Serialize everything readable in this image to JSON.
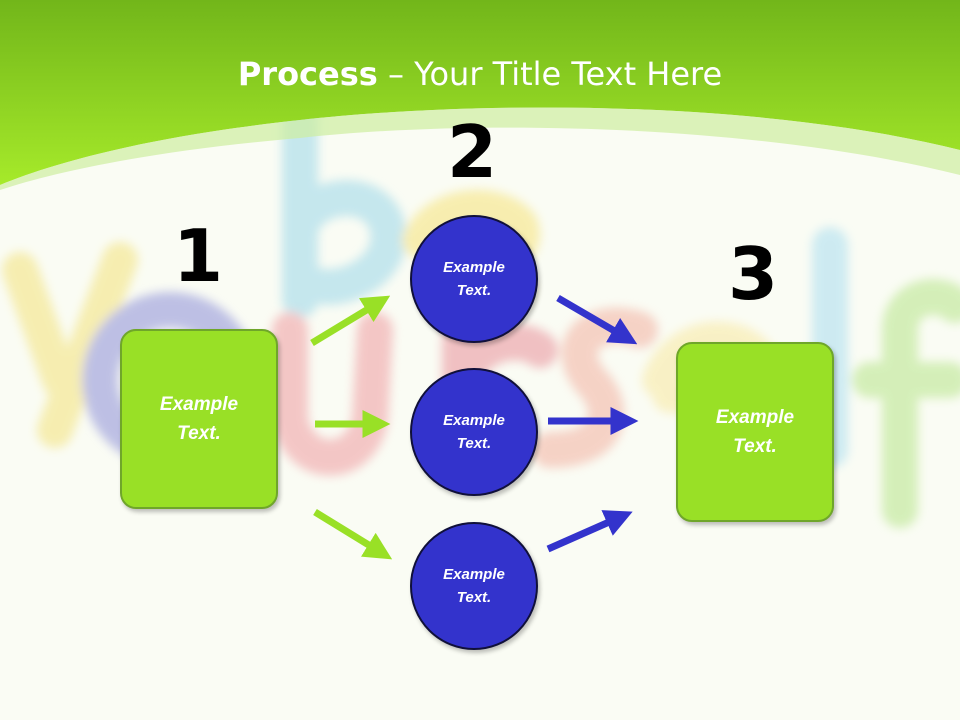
{
  "title": {
    "bold": "Process",
    "dash": " – ",
    "rest": "Your Title Text Here"
  },
  "steps": {
    "one": "1",
    "two": "2",
    "three": "3"
  },
  "boxes": {
    "left": "Example\nText.",
    "right": "Example\nText."
  },
  "circles": {
    "top": "Example\nText.",
    "middle": "Example\nText.",
    "bottom": "Example\nText."
  },
  "background_word": "be yourself",
  "colors": {
    "header_green": "#7fc31c",
    "box_green": "#99e026",
    "circle_blue": "#3333cc",
    "green_arrow": "#99e026",
    "blue_arrow": "#3333cc"
  }
}
